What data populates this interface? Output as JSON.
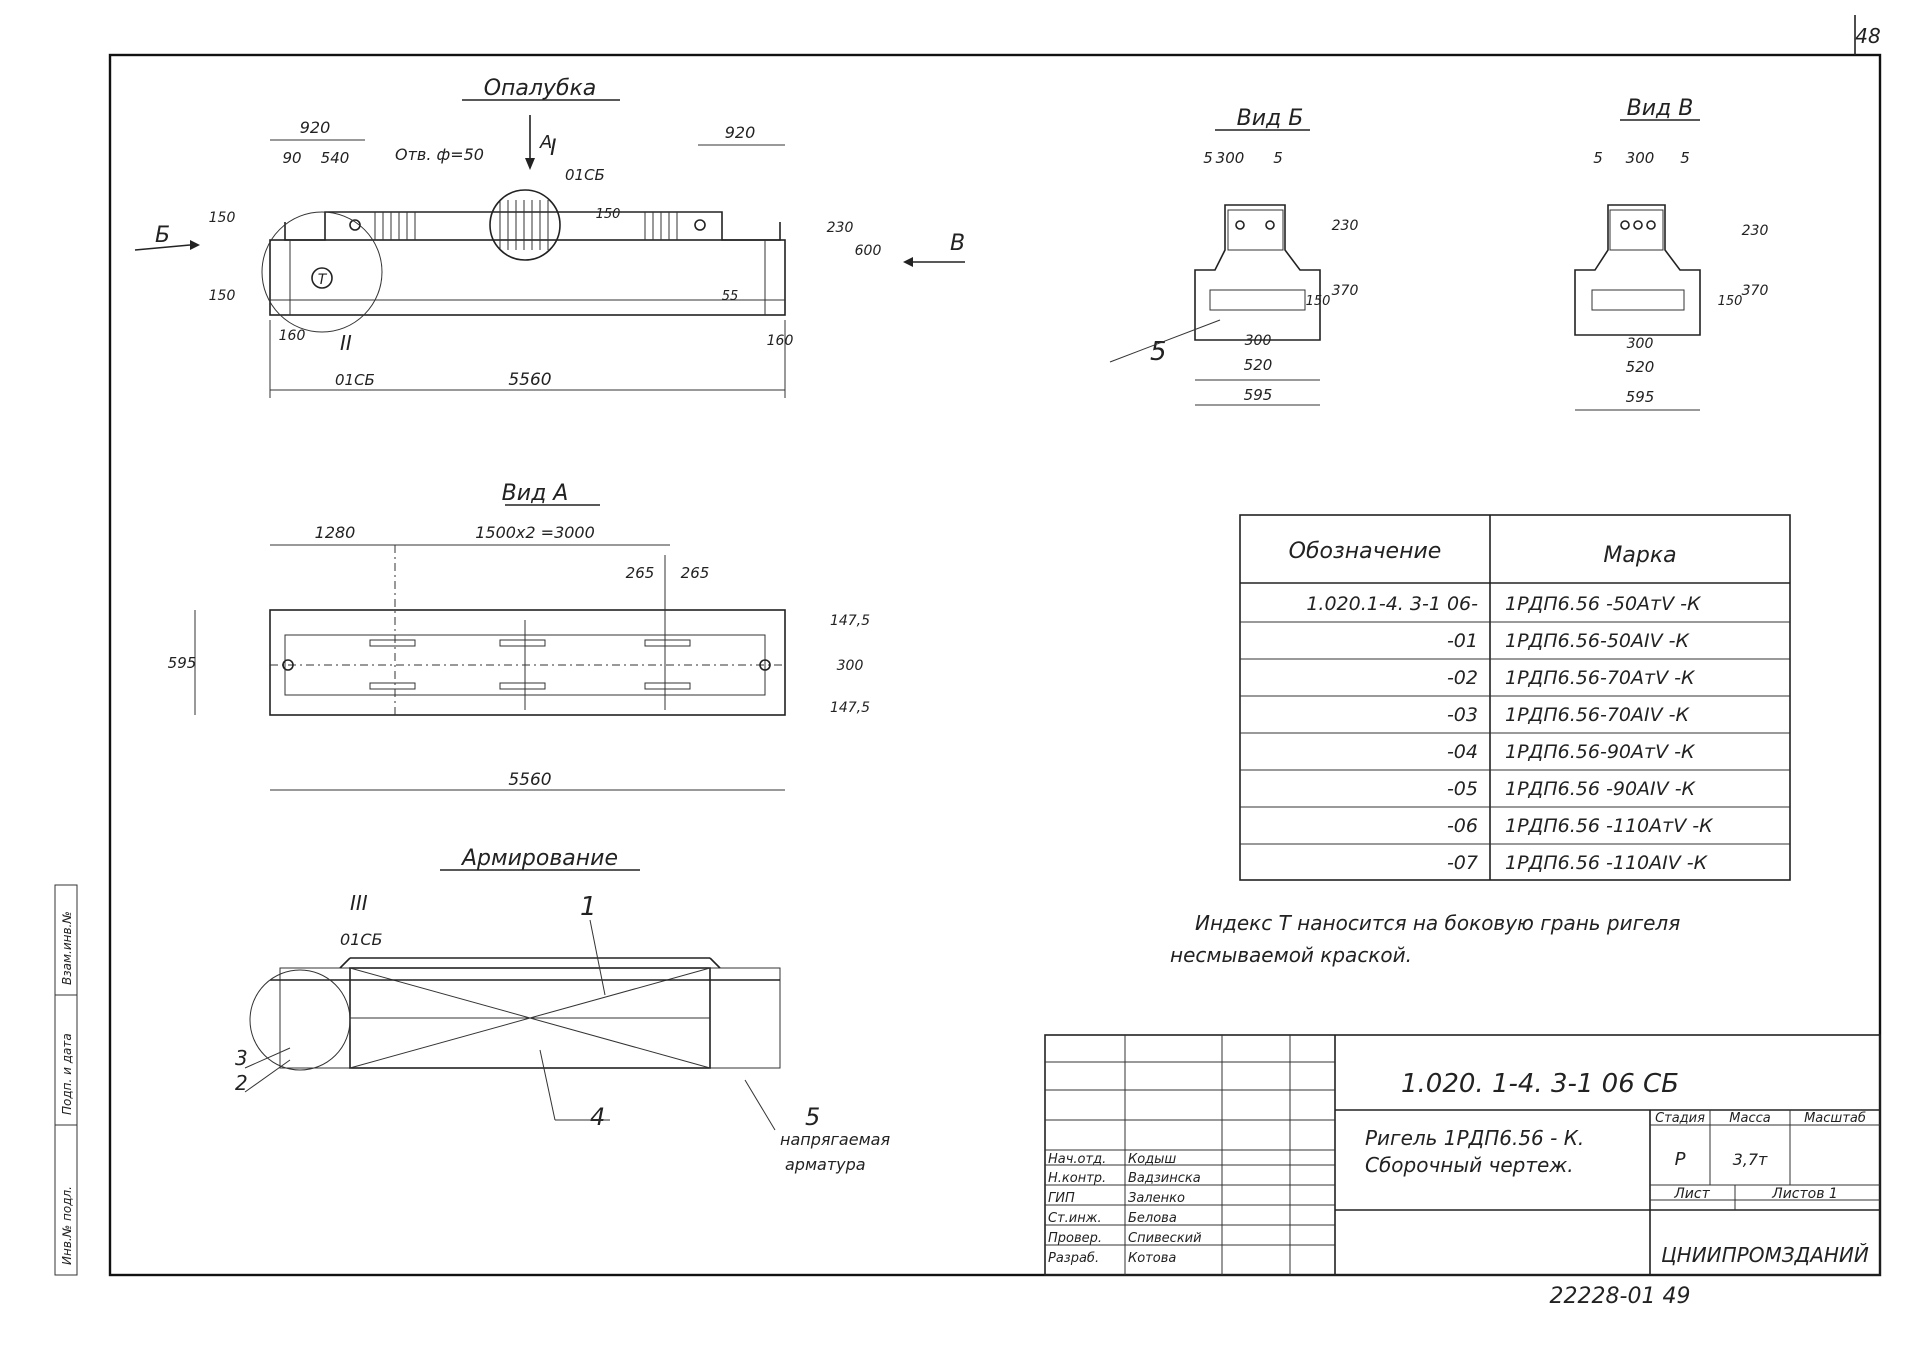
{
  "page_number": "48",
  "views": {
    "formwork_title": "Опалубка",
    "arrow_a": "А",
    "arrow_b": "Б",
    "arrow_v": "В",
    "detail_one": "I",
    "detail_two": "II",
    "detail_three": "III",
    "detail_ref": "01СБ",
    "hole_note": "Отв. ф=50",
    "index_mark": "Т",
    "view_a_title": "Вид А",
    "view_b_title": "Вид Б",
    "view_v_title": "Вид В",
    "reinforcement_title": "Армирование"
  },
  "dims": {
    "d920": "920",
    "d90": "90",
    "d540": "540",
    "d150": "150",
    "d160": "160",
    "d5560": "5560",
    "d230": "230",
    "d600": "600",
    "d55": "55",
    "d5": "5",
    "d300": "300",
    "d370": "370",
    "d520": "520",
    "d595": "595",
    "d1280": "1280",
    "d1500x2": "1500х2 =3000",
    "d265": "265",
    "d1475": "147,5"
  },
  "positions": {
    "p1": "1",
    "p2": "2",
    "p3": "3",
    "p4": "4",
    "p5": "5",
    "prestressed": "напрягаемая",
    "armature": "арматура"
  },
  "marks_table": {
    "header_designation": "Обозначение",
    "header_mark": "Марка",
    "rows": [
      {
        "designation": "1.020.1-4. 3-1 06-",
        "mark": "1РДП6.56 -50АтV -К"
      },
      {
        "designation": "-01",
        "mark": "1РДП6.56-50АIV -К"
      },
      {
        "designation": "-02",
        "mark": "1РДП6.56-70АтV -К"
      },
      {
        "designation": "-03",
        "mark": "1РДП6.56-70АIV -К"
      },
      {
        "designation": "-04",
        "mark": "1РДП6.56-90АтV -К"
      },
      {
        "designation": "-05",
        "mark": "1РДП6.56 -90АIV -К"
      },
      {
        "designation": "-06",
        "mark": "1РДП6.56 -110АтV -К"
      },
      {
        "designation": "-07",
        "mark": "1РДП6.56 -110АIV -К"
      }
    ]
  },
  "note_line1": "Индекс Т наносится на боковую грань ригеля",
  "note_line2": "несмываемой краской.",
  "title_block": {
    "doc_code": "1.020. 1-4. 3-1 06 СБ",
    "name_line1": "Ригель 1РДП6.56 - К.",
    "name_line2": "Сборочный чертеж.",
    "stage_label": "Стадия",
    "mass_label": "Масса",
    "scale_label": "Масштаб",
    "stage_value": "Р",
    "mass_value": "3,7т",
    "sheet_label": "Лист",
    "sheets_label": "Листов 1",
    "org": "ЦНИИПРОМЗДАНИЙ",
    "roles": [
      "Нач.отд.",
      "Н.контр.",
      "ГИП",
      "Ст.инж.",
      "Провер.",
      "Разраб."
    ],
    "names": [
      "Кодыш",
      "Вадзинска",
      "Заленко",
      "Белова",
      "Спивеский",
      "Котова"
    ]
  },
  "side_stamp": [
    "Инв.№ подл.",
    "Подп. и дата",
    "Взам.инв.№"
  ],
  "bottom_code": "22228-01 49"
}
